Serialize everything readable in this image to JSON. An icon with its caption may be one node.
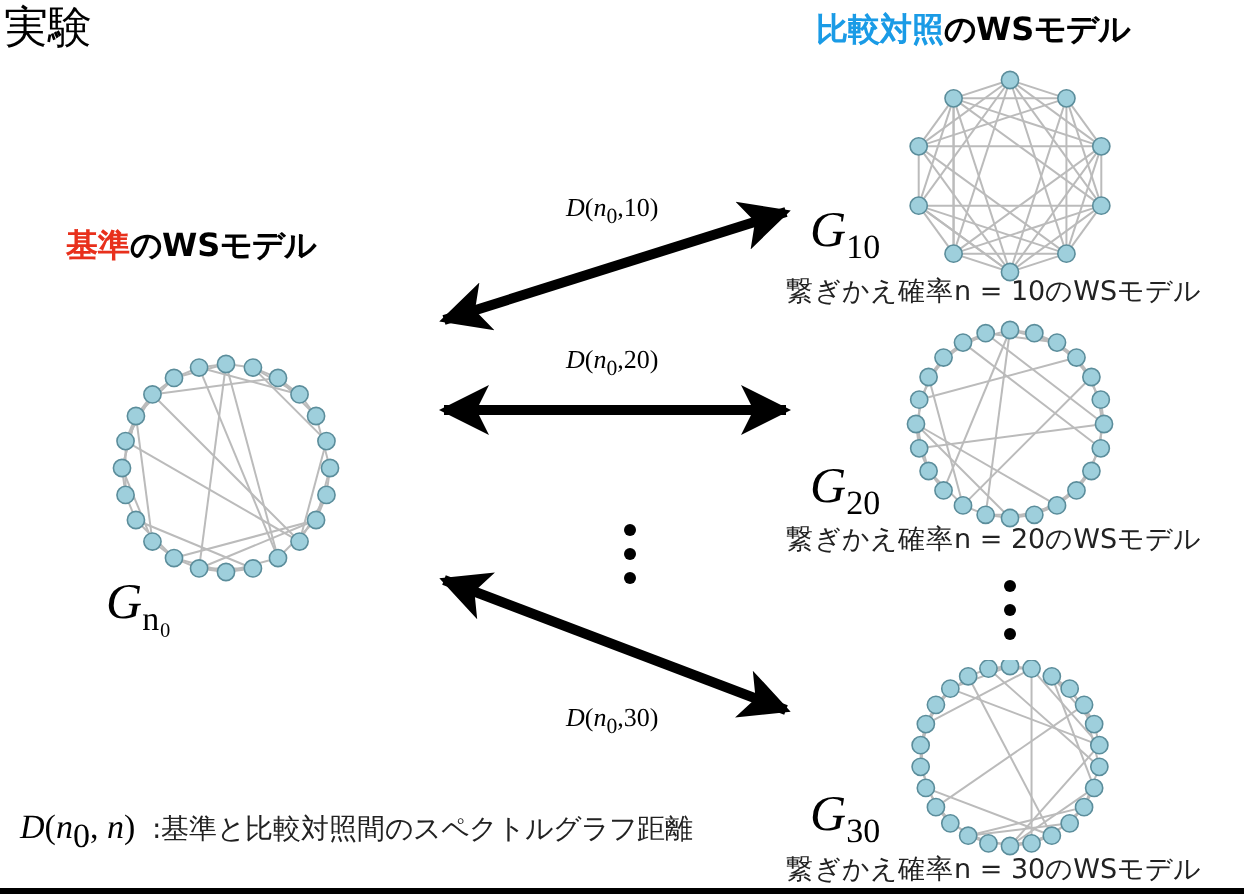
{
  "diagram": {
    "title": "実験",
    "nodes": [
      {
        "text": [
          "**基準**のWSモデル",
          "*G*$_{n₀}$"
        ]
      },
      {
        "text": [
          "*G*$_{10}$",
          "繋ぎかえ確率n = 10のWSモデル"
        ]
      },
      {
        "text": [
          "*G*$_{20}$",
          "繋ぎかえ確率n = 20のWSモデル"
        ]
      },
      {
        "text": [
          "*G*$_{30}$",
          "繋ぎかえ確率n = 30のWSモデル"
        ]
      }
    ],
    "edges": [
      {
        "from": 0,
        "to": 1,
        "arrow": "both",
        "label": "*D*(*n*$_{0}$,10)"
      },
      {
        "from": 0,
        "to": 2,
        "arrow": "both",
        "label": "*D*(*n*$_{0}$,20)"
      },
      {
        "from": 0,
        "to": 3,
        "arrow": "both",
        "label": "*D*(*n*$_{0}$,30)"
      }
    ],
    "labels": [
      "**比較対照**のWSモデル",
      "*D*(*n*$_{0}$, *n*)",
      ":基準と比較対照間のスペクトルグラフ距離"
    ]
  }
}
